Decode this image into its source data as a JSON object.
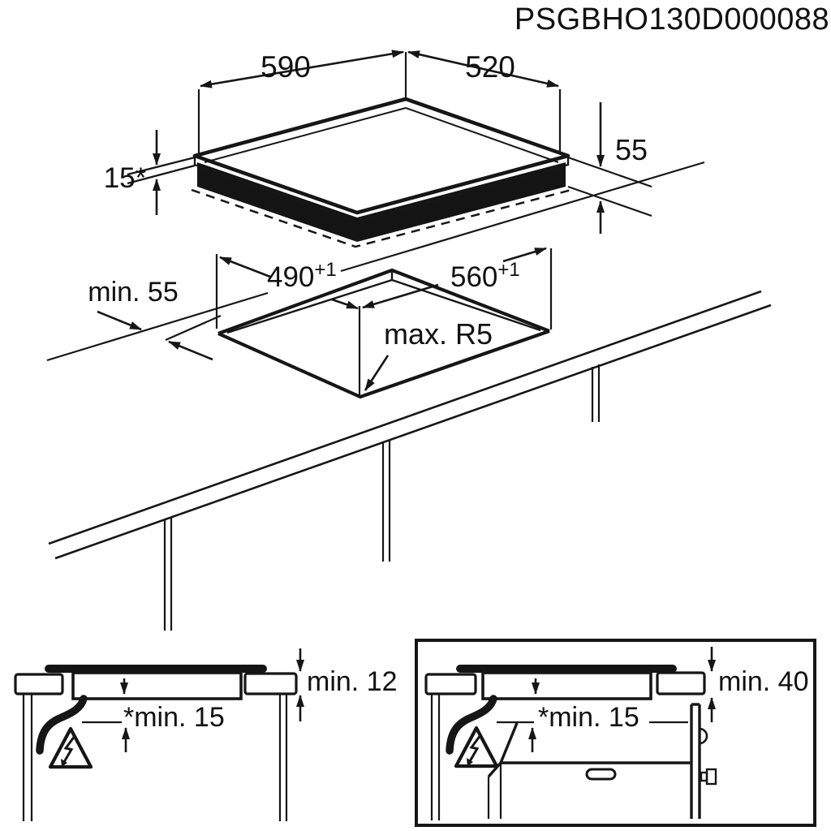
{
  "header": {
    "code": "PSGBHO130D000088"
  },
  "top_view": {
    "width": "590",
    "depth": "520",
    "build_in_depth": "55",
    "glass_overlap": "15*"
  },
  "cutout_view": {
    "cut_depth": "490",
    "cut_depth_tolerance": "+1",
    "cut_width": "560",
    "cut_width_tolerance": "+1",
    "front_distance": "min. 55",
    "corner_radius": "max. R5"
  },
  "section_without_oven": {
    "worktop_thickness": "min. 12",
    "bottom_clearance": "*min. 15"
  },
  "section_with_oven": {
    "oven_clearance": "min. 40",
    "bottom_clearance": "*min. 15"
  }
}
